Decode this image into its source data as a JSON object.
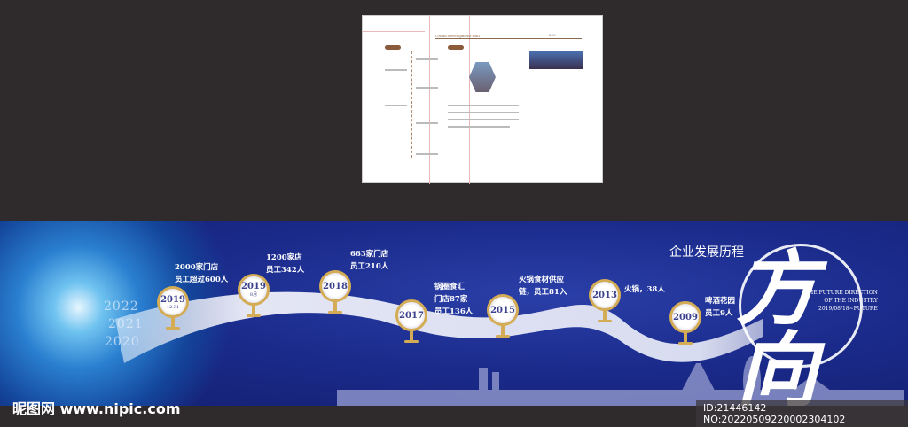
{
  "brochure": {
    "header": "Urban development wall",
    "page": "209"
  },
  "banner": {
    "title": "企业发展历程",
    "big_text": "方向",
    "english": "THE FUTURE DIRECTION\nOF THE INDUSTRY\n2019/08/18~FUTURE",
    "future_years": [
      "2022",
      "2021",
      "2020"
    ],
    "milestones": [
      {
        "year": "2019",
        "sub": "12.31",
        "note": "2000家门店\n员工超过600人"
      },
      {
        "year": "2019",
        "sub": "8月",
        "note": "1200家店\n员工342人"
      },
      {
        "year": "2018",
        "sub": "",
        "note": "663家门店\n员工210人"
      },
      {
        "year": "2017",
        "sub": "",
        "note": "锅圈食汇\n门店87家\n员工136人"
      },
      {
        "year": "2015",
        "sub": "",
        "note": "火锅食材供应\n链，员工81入"
      },
      {
        "year": "2013",
        "sub": "",
        "note": "火锅，38人"
      },
      {
        "year": "2009",
        "sub": "",
        "note": "啤酒花园\n员工9人"
      }
    ]
  },
  "watermark": {
    "site": "昵图网 www.nipic.com",
    "id": "ID:21446142 NO:20220509220002304102"
  }
}
